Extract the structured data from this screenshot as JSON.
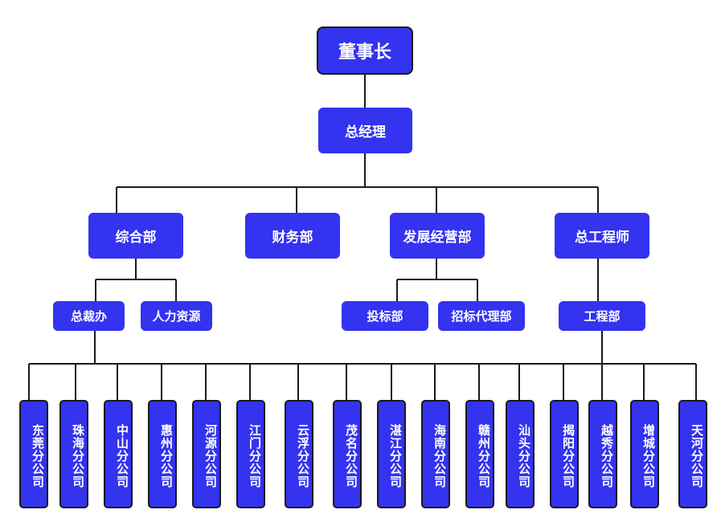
{
  "chairman": "董事长",
  "general_manager": "总经理",
  "departments": [
    "综合部",
    "财务部",
    "发展经营部",
    "总工程师"
  ],
  "sub_departments": [
    "总裁办",
    "人力资源",
    "投标部",
    "招标代理部",
    "工程部"
  ],
  "branches": [
    "东莞分公司",
    "珠海分公司",
    "中山分公司",
    "惠州分公司",
    "河源分公司",
    "江门分公司",
    "云浮分公司",
    "茂名分公司",
    "湛江分公司",
    "海南分公司",
    "赣州分公司",
    "汕头分公司",
    "揭阳分公司",
    "越秀分公司",
    "增城分公司",
    "天河分公司"
  ],
  "colors": {
    "box": "#3333f0",
    "line": "#1a1a1a",
    "text": "#ffffff"
  }
}
